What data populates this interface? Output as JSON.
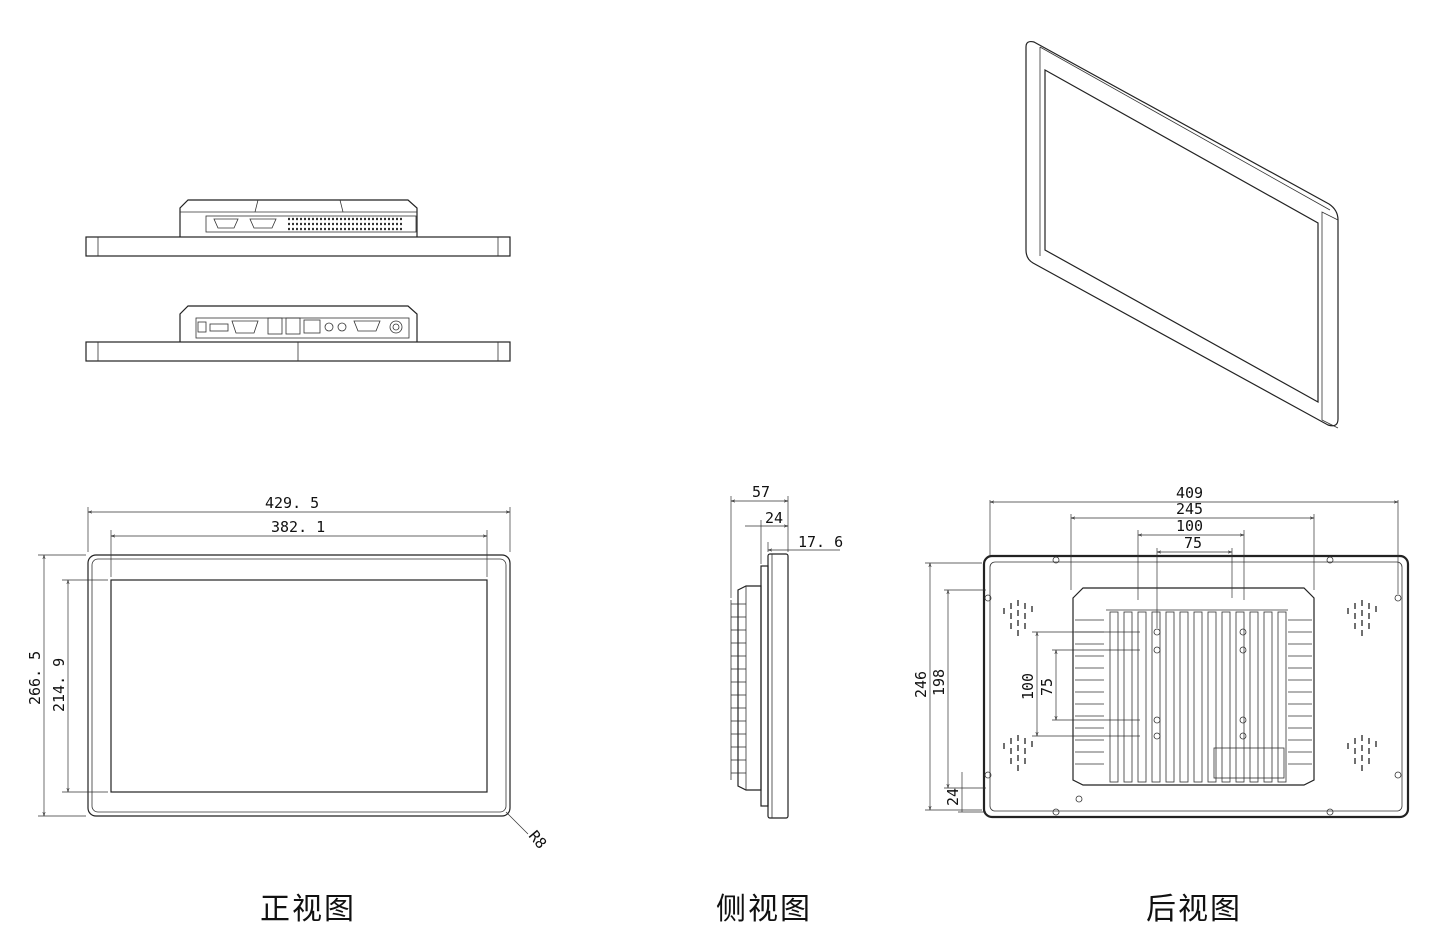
{
  "views": {
    "front": {
      "label": "正视图"
    },
    "side": {
      "label": "侧视图"
    },
    "rear": {
      "label": "后视图"
    }
  },
  "dimensions": {
    "front_overall_width": "429. 5",
    "front_display_width": "382. 1",
    "front_overall_height": "266. 5",
    "front_display_height": "214. 9",
    "front_corner_radius": "R8",
    "side_total_depth": "57",
    "side_depth_24": "24",
    "side_depth_17_6": "17. 6",
    "rear_width": "409",
    "rear_hole_span": "245",
    "rear_vesa_100": "100",
    "rear_vesa_75": "75",
    "rear_height": "246",
    "rear_hole_height": "198",
    "rear_vesa_v100": "100",
    "rear_vesa_v75": "75",
    "rear_bottom_offset": "24"
  },
  "colors": {
    "line": "#222222",
    "background": "#ffffff"
  }
}
